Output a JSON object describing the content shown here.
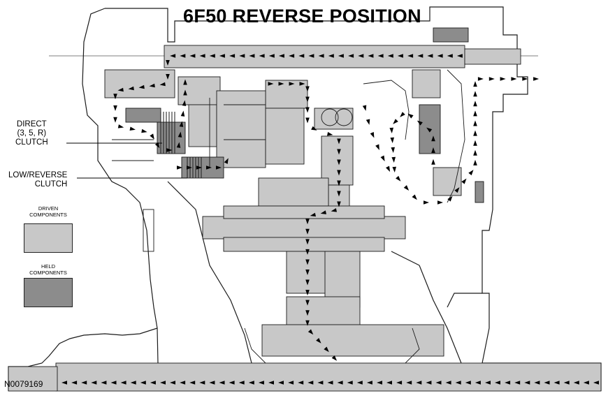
{
  "title": "6F50 REVERSE POSITION",
  "labels": {
    "direct_line1": "DIRECT",
    "direct_line2": "(3, 5, R)",
    "direct_line3": "CLUTCH",
    "lowrev_line1": "LOW/REVERSE",
    "lowrev_line2": "CLUTCH"
  },
  "legend": {
    "driven_line1": "DRIVEN",
    "driven_line2": "COMPONENTS",
    "held_line1": "HELD",
    "held_line2": "COMPONENTS",
    "driven_color": "#c8c8c8",
    "held_color": "#8c8c8c"
  },
  "reference": "N0079169",
  "colors": {
    "line": "#1a1a1a",
    "driven": "#c8c8c8",
    "held": "#8c8c8c",
    "dark": "#6e6e6e",
    "background": "#ffffff"
  },
  "icons": {
    "flow": "arrow-icon"
  }
}
